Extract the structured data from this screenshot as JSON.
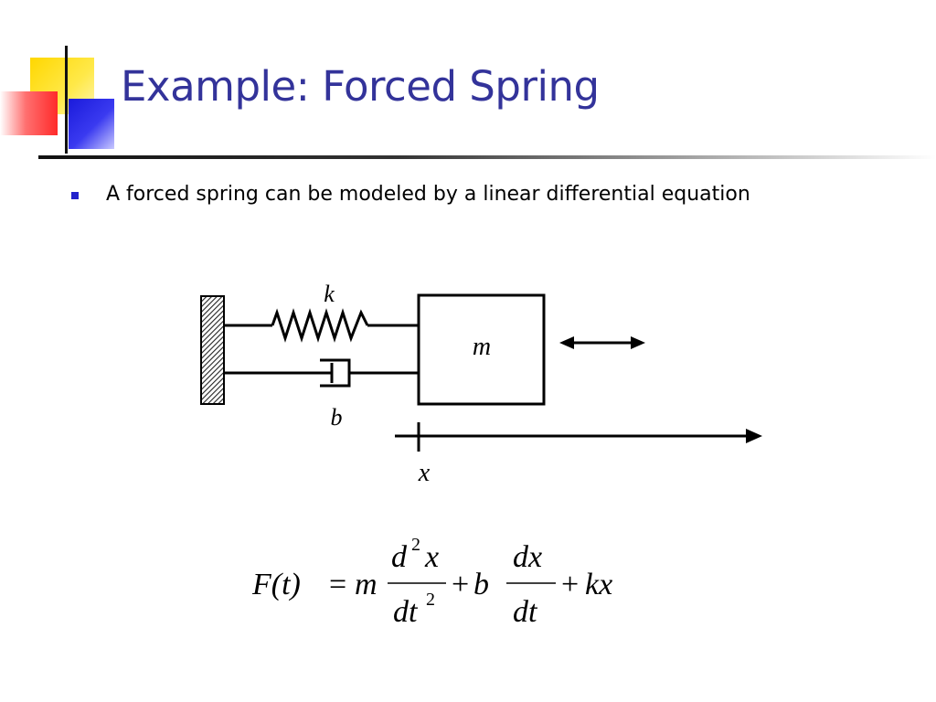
{
  "slide": {
    "title": "Example:  Forced Spring",
    "bullets": [
      "A forced spring can be modeled by a linear differential equation"
    ]
  },
  "diagram": {
    "spring_label": "k",
    "damper_label": "b",
    "mass_label": "m",
    "axis_label": "x"
  },
  "equation": {
    "lhs": "F(t)",
    "equals": "=",
    "m": "m",
    "num1": "d",
    "num1_sup": "2",
    "num1_var": "x",
    "den1": "dt",
    "den1_sup": "2",
    "plus1": "+",
    "b": "b",
    "num2": "dx",
    "den2": "dt",
    "plus2": "+",
    "kx": "kx"
  },
  "colors": {
    "title": "#33339a",
    "bullet": "#2222cc",
    "logo_yellow": "#ffd700",
    "logo_blue": "#1a1adb",
    "logo_red": "#ff2a2a"
  }
}
